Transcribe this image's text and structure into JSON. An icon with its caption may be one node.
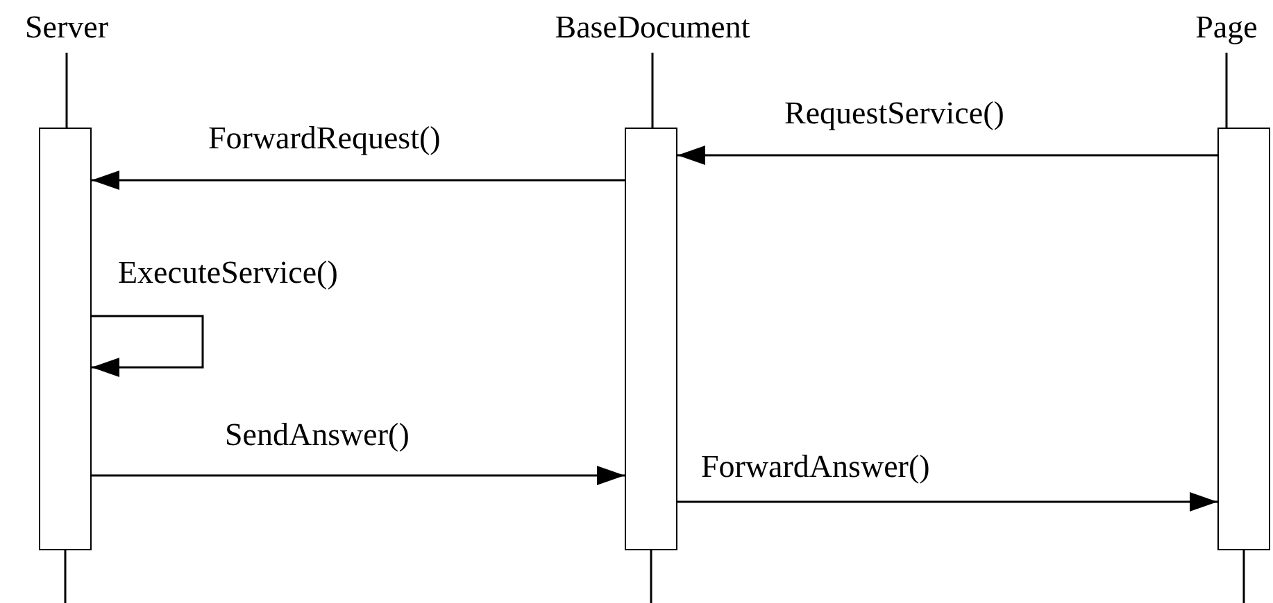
{
  "diagram": {
    "nodes": [
      {
        "text": [
          "Server"
        ]
      },
      {
        "text": [
          "BaseDocument"
        ]
      },
      {
        "text": [
          "Page"
        ]
      },
      {
        "text": [],
        "shape": "bar"
      },
      {
        "text": [],
        "shape": "bar"
      },
      {
        "text": [],
        "shape": "bar"
      }
    ],
    "edges": [
      {
        "from": 5,
        "to": 4,
        "arrow": "to",
        "label": "RequestService()"
      },
      {
        "from": 4,
        "to": 3,
        "arrow": "to",
        "label": "ForwardRequest()"
      },
      {
        "from": 3,
        "to": 3,
        "arrow": "to",
        "label": "ExecuteService()"
      },
      {
        "from": 3,
        "to": 4,
        "arrow": "to",
        "label": "SendAnswer()"
      },
      {
        "from": 4,
        "to": 5,
        "arrow": "to",
        "label": "ForwardAnswer()"
      },
      {
        "from": 0,
        "to": 3,
        "arrow": "none"
      },
      {
        "from": 3,
        "to": null,
        "arrow": "none"
      },
      {
        "from": 1,
        "to": 4,
        "arrow": "none"
      },
      {
        "from": 4,
        "to": null,
        "arrow": "none"
      },
      {
        "from": 2,
        "to": 5,
        "arrow": "none"
      },
      {
        "from": 5,
        "to": null,
        "arrow": "none"
      }
    ]
  }
}
